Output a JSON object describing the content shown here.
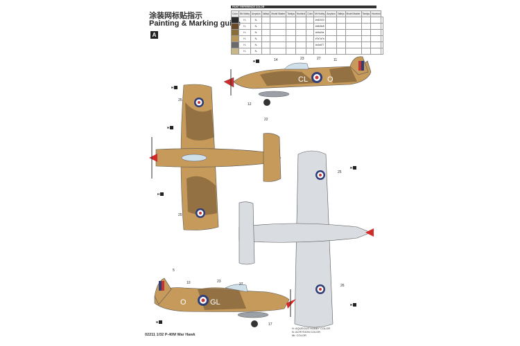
{
  "header": {
    "title_cn": "涂装网标贴指示",
    "title_en": "Painting & Marking guide",
    "scheme_tag": "A"
  },
  "reference_table": {
    "caption": "PAINT REFERENCE COLOR",
    "columns": [
      "Color",
      "Mr.Hobby",
      "Acrysion",
      "Vallejo",
      "Model Master",
      "Tamiya",
      "Humbrol",
      "Color",
      "Mr.Hobby",
      "Acrysion",
      "Vallejo",
      "Model Master",
      "Tamiya",
      "Humbrol"
    ],
    "rows": [
      {
        "c1": "#2a2a2a",
        "v1": [
          "H-",
          "N-",
          "",
          "",
          "",
          "",
          "",
          "#d42020",
          "",
          "",
          "",
          "",
          "",
          ""
        ]
      },
      {
        "c1": "#6b4a2a",
        "v1": [
          "H-",
          "N-",
          "",
          "",
          "",
          "",
          "",
          "#e8e8e8",
          "",
          "",
          "",
          "",
          "",
          ""
        ]
      },
      {
        "c1": "#8a6e3a",
        "v1": [
          "H-",
          "N-",
          "",
          "",
          "",
          "",
          "",
          "#c9a24e",
          "",
          "",
          "",
          "",
          "",
          ""
        ]
      },
      {
        "c1": "#b9955a",
        "v1": [
          "H-",
          "N-",
          "",
          "",
          "",
          "",
          "",
          "#7a7a7a",
          "",
          "",
          "",
          "",
          "",
          ""
        ]
      },
      {
        "c1": "#6a6a6a",
        "v1": [
          "H-",
          "N-",
          "",
          "",
          "",
          "",
          "",
          "#c4a677",
          "",
          "",
          "",
          "",
          "",
          ""
        ]
      },
      {
        "c1": "#c8b887",
        "v1": [
          "H-",
          "N-",
          "",
          "",
          "",
          "",
          "",
          "",
          "",
          "",
          "",
          "",
          "",
          ""
        ]
      }
    ]
  },
  "callouts": {
    "n5": "5",
    "n10": "10",
    "n11": "11",
    "n12": "12",
    "n14": "14",
    "n17": "17",
    "n22": "22",
    "n23": "23",
    "n25": "25",
    "n25b": "25",
    "n25c": "25",
    "n26": "26",
    "n27": "27",
    "n27b": "27"
  },
  "markings": {
    "code_top": "CL",
    "code_top2": "O",
    "code_bottom1": "O",
    "code_bottom2": "GL"
  },
  "paint_codes": {
    "h_label": "H"
  },
  "colors": {
    "sand": "#c69a5b",
    "brown": "#8b6a3e",
    "underside": "#d9dde2",
    "spinner": "#d32a2a",
    "roundel_blue": "#2f3d78",
    "roundel_red": "#c83232",
    "fin_red": "#c83232",
    "fin_blue": "#2f3d78"
  },
  "notes": {
    "line1": "H:  AQUEOUS HOBBY COLOR",
    "line2": "N:  ACRYSION COLOR",
    "line3": "Mr. COLOR"
  },
  "footer": {
    "text": "02211  1/32  P-40M War Hawk"
  }
}
